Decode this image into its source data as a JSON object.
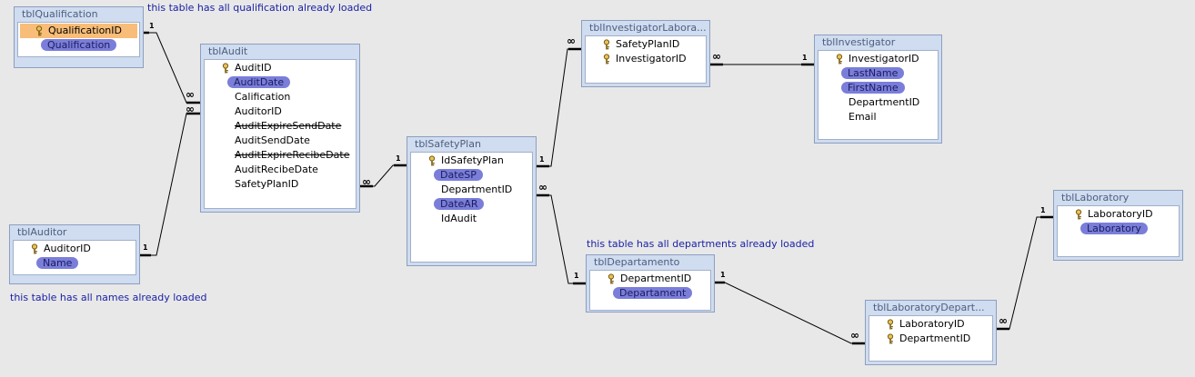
{
  "tables": {
    "qualification": {
      "title": "tblQualification",
      "fields": [
        "QualificationID",
        "Qualification"
      ]
    },
    "auditor": {
      "title": "tblAuditor",
      "fields": [
        "AuditorID",
        "Name"
      ]
    },
    "audit": {
      "title": "tblAudit",
      "fields": [
        "AuditID",
        "AuditDate",
        "Calification",
        "AuditorID",
        "AuditExpireSendDate",
        "AuditSendDate",
        "AuditExpireRecibeDate",
        "AuditRecibeDate",
        "SafetyPlanID"
      ]
    },
    "safetyplan": {
      "title": "tblSafetyPlan",
      "fields": [
        "IdSafetyPlan",
        "DateSP",
        "DepartmentID",
        "DateAR",
        "IdAudit"
      ]
    },
    "invlab": {
      "title": "tblInvestigatorLabora...",
      "fields": [
        "SafetyPlanID",
        "InvestigatorID"
      ]
    },
    "investigator": {
      "title": "tblInvestigator",
      "fields": [
        "InvestigatorID",
        "LastName",
        "FirstName",
        "DepartmentID",
        "Email"
      ]
    },
    "departamento": {
      "title": "tblDepartamento",
      "fields": [
        "DepartmentID",
        "Departament"
      ]
    },
    "laboratory": {
      "title": "tblLaboratory",
      "fields": [
        "LaboratoryID",
        "Laboratory"
      ]
    },
    "labdept": {
      "title": "tblLaboratoryDepart...",
      "fields": [
        "LaboratoryID",
        "DepartmentID"
      ]
    }
  },
  "notes": {
    "qualification": "this table has all qualification already loaded",
    "auditor": "this table has all names already loaded",
    "departamento": "this table has all departments already loaded"
  },
  "cardinality": {
    "one": "1",
    "many": "∞"
  },
  "colors": {
    "background": "#e8e8e8",
    "table_frame": "#d0dcef",
    "highlight_pill": "#7a7ed9",
    "primary_key_selected": "#f8bd78",
    "note_text": "#1b21a5"
  }
}
